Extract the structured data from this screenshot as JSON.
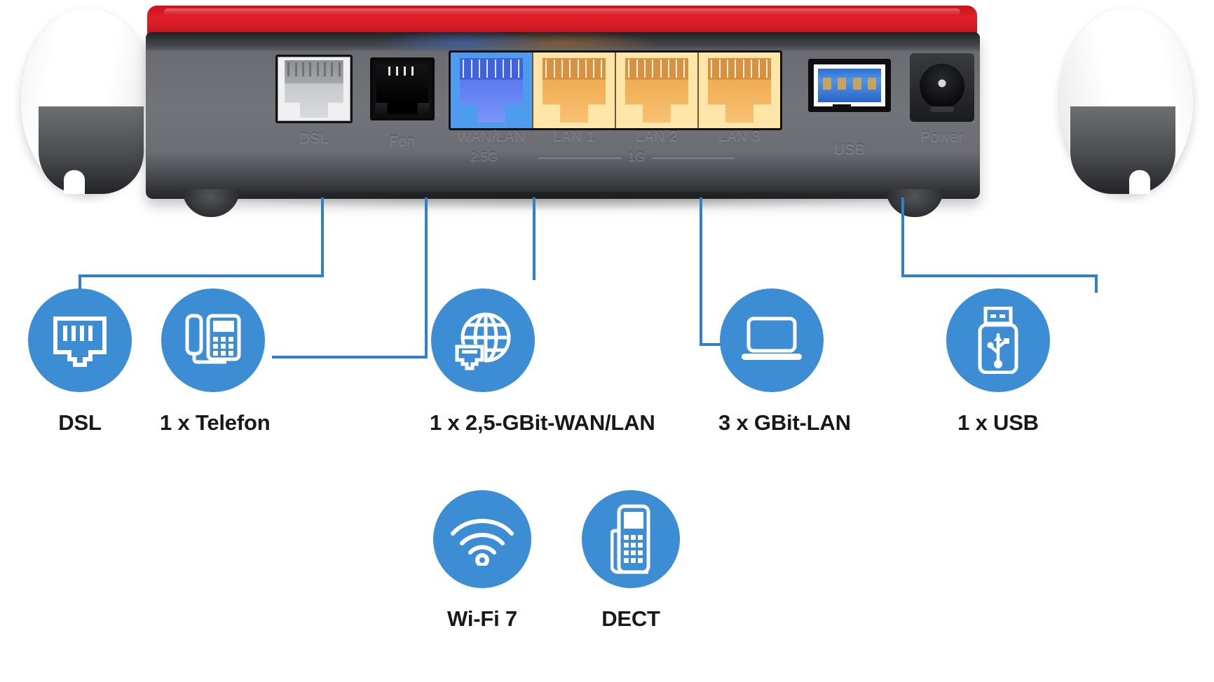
{
  "device": {
    "name": "fritzbox-rear-panel",
    "accent_red": "#d41e27",
    "body_grey": "#6f7176",
    "ports": [
      {
        "id": "dsl",
        "label": "DSL",
        "color": "#efefef",
        "speed": ""
      },
      {
        "id": "fon",
        "label": "Fon",
        "color": "#101012",
        "speed": ""
      },
      {
        "id": "wanlan",
        "label": "WAN/LAN",
        "color": "#4e9cf0",
        "speed": "2.5G"
      },
      {
        "id": "lan1",
        "label": "LAN 1",
        "color": "#ffe6a8",
        "speed": "1G"
      },
      {
        "id": "lan2",
        "label": "LAN 2",
        "color": "#ffe6a8",
        "speed": "1G"
      },
      {
        "id": "lan3",
        "label": "LAN 3",
        "color": "#ffe6a8",
        "speed": "1G"
      },
      {
        "id": "usb",
        "label": "USB",
        "color": "#3f7fd8",
        "speed": ""
      },
      {
        "id": "power",
        "label": "Power",
        "color": "#121214",
        "speed": ""
      }
    ],
    "speed_markers": {
      "wan": "2.5G",
      "lan": "1G"
    }
  },
  "features": {
    "accent_color": "#3c8dd4",
    "row1": [
      {
        "icon": "rj45-jack-icon",
        "label": "DSL"
      },
      {
        "icon": "desk-phone-icon",
        "label": "1 x Telefon"
      },
      {
        "icon": "globe-lan-icon",
        "label": "1 x 2,5-GBit-WAN/LAN"
      },
      {
        "icon": "laptop-icon",
        "label": "3 x GBit-LAN"
      },
      {
        "icon": "usb-stick-icon",
        "label": "1 x USB"
      }
    ],
    "row2": [
      {
        "icon": "wifi-icon",
        "label": "Wi-Fi 7"
      },
      {
        "icon": "dect-handset-icon",
        "label": "DECT"
      }
    ]
  }
}
